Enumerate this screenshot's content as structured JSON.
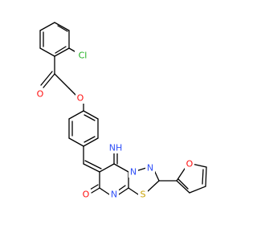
{
  "molecule": {
    "colors": {
      "bond": "#000000",
      "O": "#ff0d0d",
      "N": "#3050f8",
      "S": "#c8a000",
      "Cl": "#1fb01f"
    },
    "atom_labels": {
      "cl": "Cl",
      "o_carbonyl": "O",
      "o_ester": "O",
      "nh": "NH",
      "n_bridge": "N",
      "n_thiadiazole": "N",
      "o_furan": "O",
      "s_ring": "S",
      "o_keto": "O",
      "n_pyrimidine": "N"
    }
  }
}
